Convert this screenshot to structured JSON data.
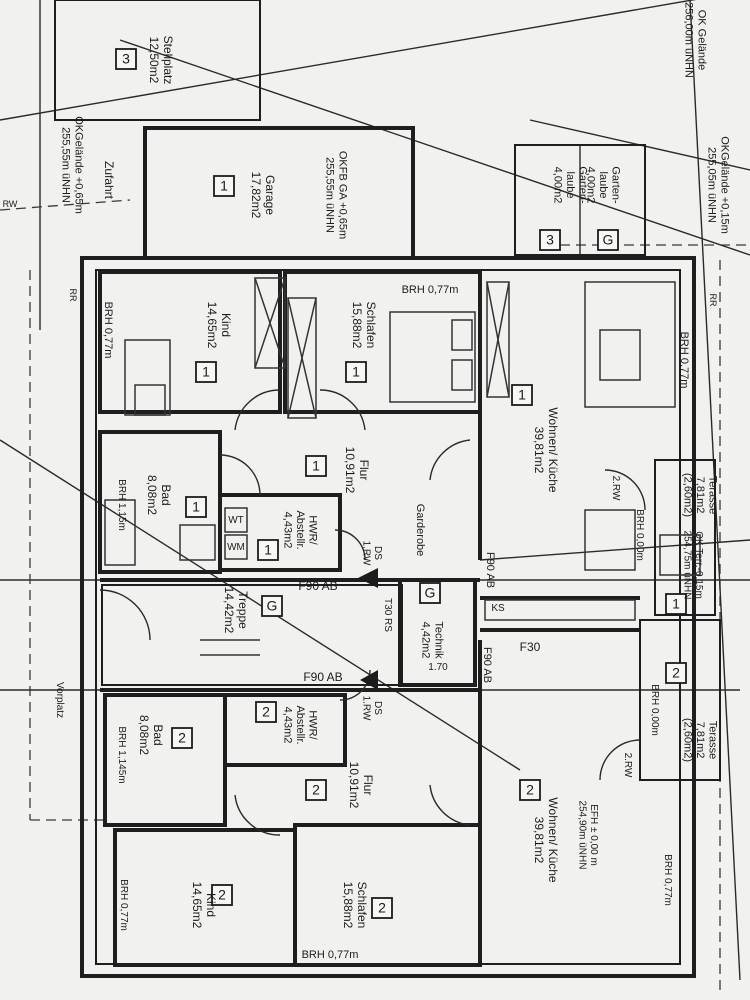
{
  "labels": {
    "og_gelaende_top": "OK Gelände\n256,00m üNHN",
    "og_gelaende_right": "OKGelände +0,15m\n255,05m üNHN",
    "og_gelaende_left": "OKGelände +0,65m\n255,55m üNHN",
    "stellplatz": "Stellplatz\n12,50m2",
    "garage_level": "OKFB GA +0,65m\n255,55m üNHN",
    "garage": "Garage\n17,82m2",
    "zufahrt": "Zufahrt",
    "gartenlaube_a": "Garten-\nlaube\n4,00m2",
    "gartenlaube_b": "Garten-\nlaube\n4,00m2",
    "brh_077": "BRH 0,77m",
    "brh_077_right": "BRH 0,77m",
    "brh_077_left": "BRH 0,77m",
    "brh_077_bottom": "BRH 0,77m",
    "brh_077_left_bottom": "BRH 0,77m",
    "brh_077_right_bottom": "BRH 0,77m",
    "kind_top": "Kind\n14,65m2",
    "schlafen_top": "Schlafen\n15,88m2",
    "wohnen_top": "Wohnen/ Küche\n39,81m2",
    "flur_top": "Flur\n10,91m2",
    "bad_top": "Bad\n8,08m2",
    "brh_bad_top": "BRH 1,15m",
    "hwr_top": "HWR/\nAbstellr.\n4,43m2",
    "wt": "WT",
    "wm": "WM",
    "garderobe": "Garderobe",
    "ds_top": "DS\n1.RW",
    "terasse_top": "Terasse\n7,81m2\n(2,60m2)",
    "ok_terr": "OK Terr.-0,15m\n254,75m üNHN",
    "brh_000_top": "BRH 0,00m",
    "rw_top": "2.RW",
    "f90_ab_top": "F90 AB",
    "f90_ab_right": "F90 AB",
    "ks": "KS",
    "treppe": "Treppe\n14,42m2",
    "technik": "Technik\n4,42m2",
    "technik_dim": "1.70",
    "t30_rs": "T30 RS",
    "f90_ab_mid": "F90 AB",
    "f30": "F30",
    "f90_ab_lower": "F90 AB",
    "ds_bottom": "DS\n1.RW",
    "hwr_bottom": "HWR/\nAbstellr.\n4,43m2",
    "bad_bottom": "Bad\n8,08m2",
    "brh_bad_bottom": "BRH 1,145m",
    "flur_bottom": "Flur\n10,91m2",
    "wohnen_bottom": "Wohnen/ Küche\n39,81m2",
    "efh": "EFH ± 0,00 m\n254,90m üNHN",
    "terasse_bottom": "Terasse\n7,81m2\n(2,60m2)",
    "brh_000_bottom": "BRH 0,00m",
    "rw_bottom": "2.RW",
    "kind_bottom": "Kind\n14,65m2",
    "schlafen_bottom": "Schlafen\n15,88m2",
    "vorplatz": "Vorplatz",
    "rr": "RR",
    "rw": "RW"
  },
  "unit_numbers": {
    "one": "1",
    "two": "2",
    "three": "3"
  },
  "common_letter": "G"
}
